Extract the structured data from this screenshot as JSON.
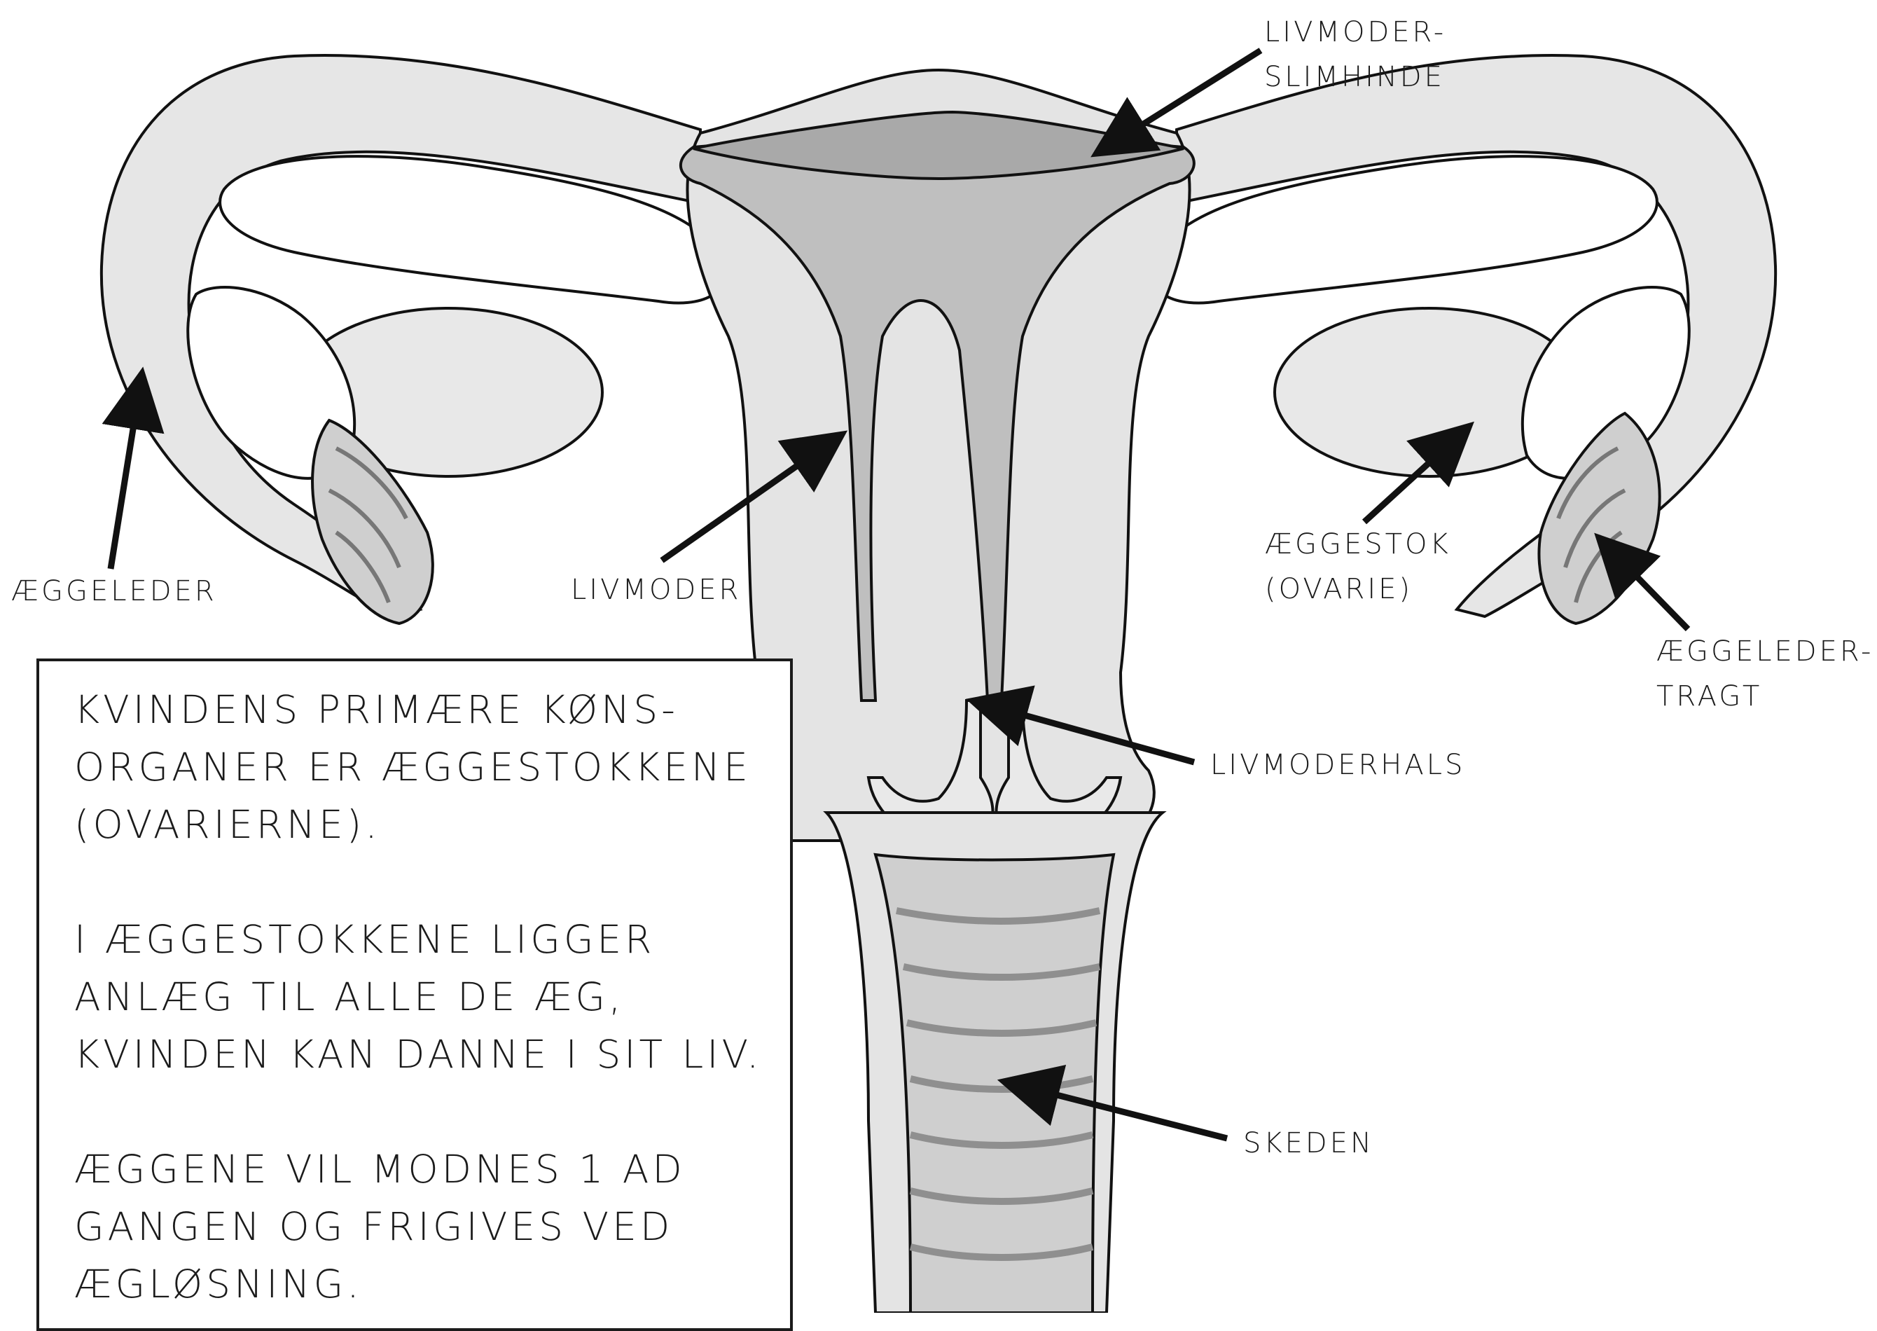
{
  "labels": {
    "endometrium": "LIVMODER-\nSLIMHINDE",
    "fallopian_tube": "ÆGGELEDER",
    "uterus": "LIVMODER",
    "ovary": "ÆGGESTOK\n(OVARIE)",
    "infundibulum": "ÆGGELEDER-\nTRAGT",
    "cervix": "LIVMODERHALS",
    "vagina": "SKEDEN"
  },
  "info": {
    "p1": "KVINDENS PRIMÆRE KØNS-\nORGANER ER ÆGGESTOKKENE\n(OVARIERNE).",
    "p2": "I ÆGGESTOKKENE LIGGER\nANLÆG TIL ALLE DE ÆG,\nKVINDEN KAN DANNE I SIT LIV.",
    "p3": "ÆGGENE VIL MODNES 1 AD\nGANGEN OG FRIGIVES VED\nÆGLØSNING."
  },
  "colors": {
    "outline": "#111111",
    "tissue": "#e4e4e4",
    "cavity": "#bdbdbd",
    "shadow": "#8f8f8f"
  }
}
